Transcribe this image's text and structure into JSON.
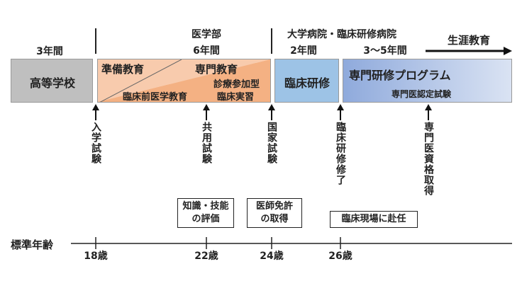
{
  "header": {
    "highschool_years": "3年間",
    "medschool": "医学部",
    "medschool_years": "6年間",
    "hospital": "大学病院・臨床研修病院",
    "residency_years": "2年間",
    "specialty_years": "3〜5年間",
    "lifelong": "生涯教育"
  },
  "stages": {
    "highschool": "高等学校",
    "preparatory": "準備教育",
    "specialized": "専門教育",
    "clinical_participation_1": "診療参加型",
    "clinical_participation_2": "臨床実習",
    "preclinical": "臨床前医学教育",
    "residency": "臨床研修",
    "specialty_program": "専門研修プログラム",
    "specialty_exam": "専門医認定試験"
  },
  "milestones": [
    "入学試験",
    "共用試験",
    "国家試験",
    "臨床研修修了",
    "専門医資格取得"
  ],
  "notes": {
    "skills_1": "知識・技能",
    "skills_2": "の評価",
    "license_1": "医師免許",
    "license_2": "の取得",
    "practice": "臨床現場に赴任"
  },
  "axis": {
    "label": "標準年齢",
    "ages": [
      "18歳",
      "22歳",
      "24歳",
      "26歳"
    ]
  },
  "colors": {
    "highschool": "#bfbfbf",
    "med_dark": "#f4b183",
    "med_light": "#f8cbad",
    "residency": "#9dc3e6",
    "specialty_start": "#8faadc",
    "specialty_end": "#dae3f3"
  }
}
